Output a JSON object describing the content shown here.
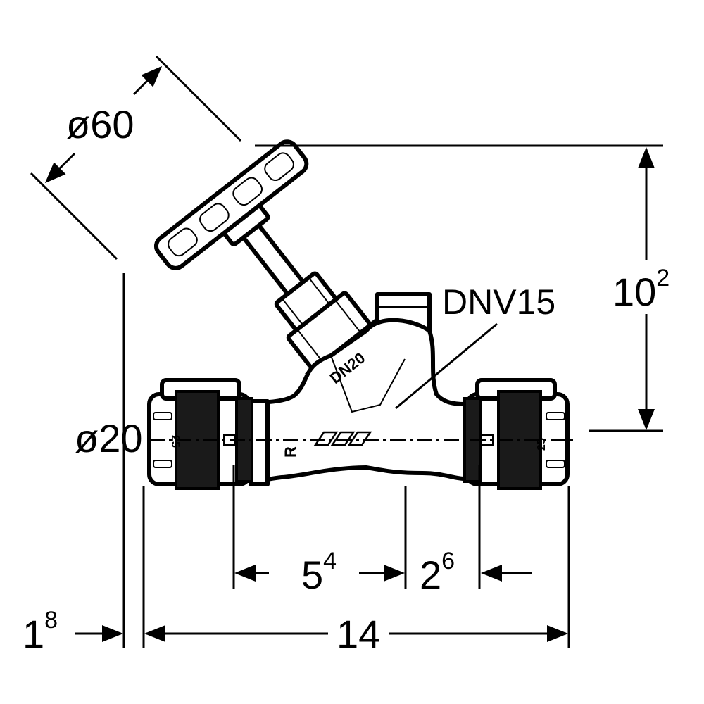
{
  "diagram": {
    "labels": {
      "handwheel_diameter": "ø60",
      "pipe_diameter": "ø20",
      "model": "DNV15",
      "body_marking": "DN20",
      "fitting_size_left": "25",
      "fitting_size_right": "25"
    },
    "dimensions": {
      "height": {
        "base": "10",
        "sup": "2"
      },
      "left_offset": {
        "base": "1",
        "sup": "8"
      },
      "overall_length": {
        "base": "14"
      },
      "left_to_center": {
        "base": "5",
        "sup": "4"
      },
      "center_to_right": {
        "base": "2",
        "sup": "6"
      }
    }
  }
}
